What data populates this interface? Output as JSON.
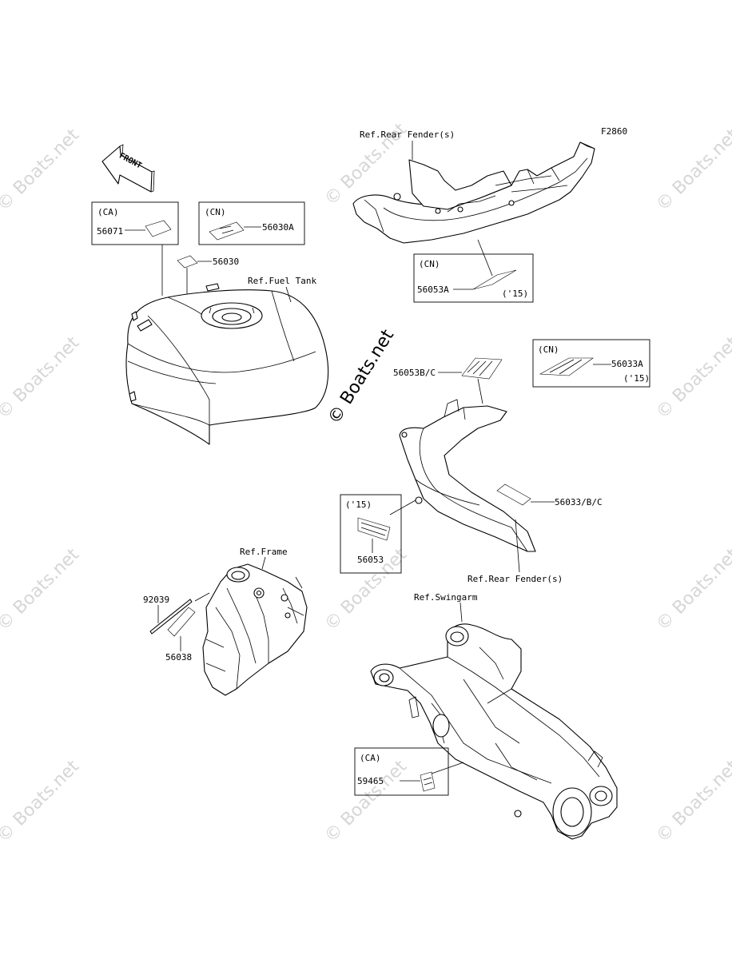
{
  "figure_id": "F2860",
  "front_arrow": "FRONT",
  "watermark": "© Boats.net",
  "refs": {
    "rear_fender_top": "Ref.Rear Fender(s)",
    "fuel_tank": "Ref.Fuel Tank",
    "rear_fender_bottom": "Ref.Rear Fender(s)",
    "frame": "Ref.Frame",
    "swingarm": "Ref.Swingarm"
  },
  "boxes": {
    "ca_tank": {
      "tag": "(CA)",
      "part": "56071"
    },
    "cn_tank": {
      "tag": "(CN)",
      "part": "56030A"
    },
    "cn_fender": {
      "tag": "(CN)",
      "part": "56053A",
      "note": "('15)"
    },
    "cn_side": {
      "tag": "(CN)",
      "part": "56033A",
      "note": "('15)"
    },
    "y15_side": {
      "tag": "('15)",
      "part": "56053"
    },
    "ca_swingarm": {
      "tag": "(CA)",
      "part": "59465"
    }
  },
  "parts": {
    "p56030": "56030",
    "p56053bc": "56053B/C",
    "p56033bc": "56033/B/C",
    "p92039": "92039",
    "p56038": "56038"
  }
}
